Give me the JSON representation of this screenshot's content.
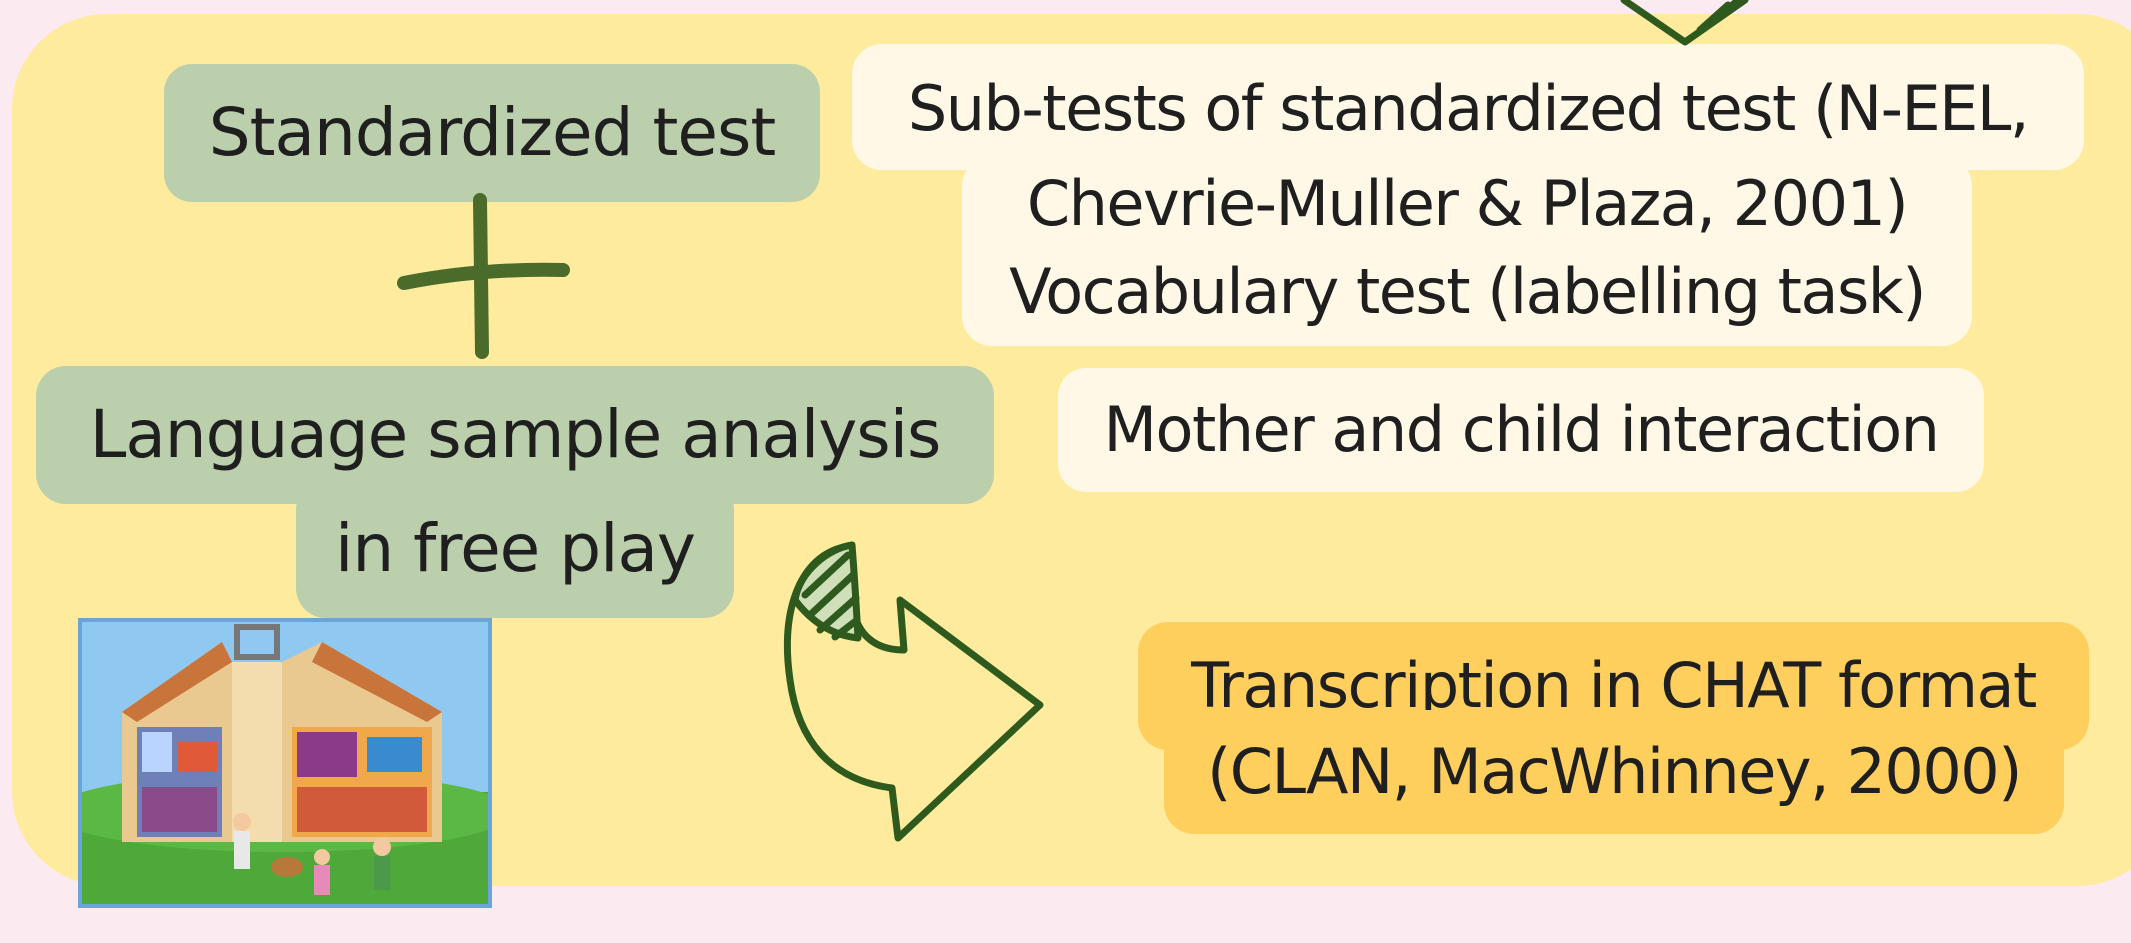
{
  "colors": {
    "background": "#fbeaf0",
    "panel": "#feeb9e",
    "green_tile": "#bccfac",
    "cream_tile": "#fff8e6",
    "orange_tile": "#ffcf5e",
    "arrow_stroke": "#4a6b2a"
  },
  "left": {
    "standardized_test": "Standardized test",
    "language_sample_line1": "Language sample analysis",
    "language_sample_line2": "in free play"
  },
  "right": {
    "subtests_line1": "Sub-tests of standardized test (N-EEL,",
    "subtests_line2": "Chevrie-Muller & Plaza, 2001)",
    "vocabulary": "Vocabulary test (labelling task)",
    "mother_child": "Mother and child interaction",
    "transcription_line1": "Transcription in CHAT format",
    "transcription_line2": "(CLAN, MacWhinney, 2000)"
  },
  "icons": {
    "plus": "plus-icon",
    "curved_arrow": "curved-arrow-icon",
    "top_arrow_tip": "arrow-tip-icon",
    "toy": "dollhouse-illustration"
  }
}
